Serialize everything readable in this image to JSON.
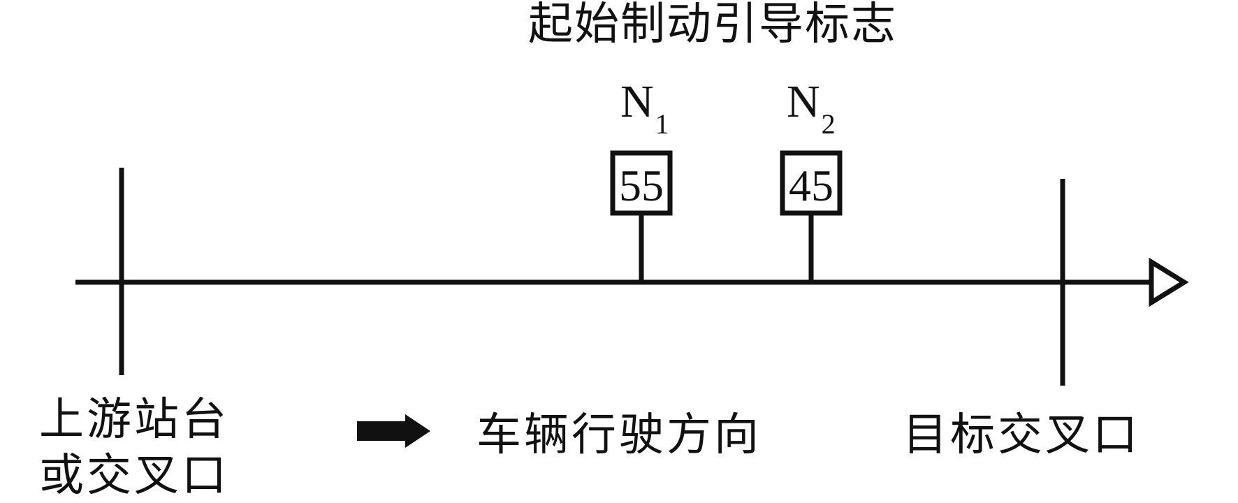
{
  "title": "起始制动引导标志",
  "signs": [
    {
      "label": "N",
      "subscript": "1",
      "speed": "55"
    },
    {
      "label": "N",
      "subscript": "2",
      "speed": "45"
    }
  ],
  "upstream": {
    "line1": "上游站台",
    "line2": "或交叉口"
  },
  "direction": "车辆行驶方向",
  "target": "目标交叉口",
  "colors": {
    "ink": "#111111",
    "background": "#ffffff"
  }
}
